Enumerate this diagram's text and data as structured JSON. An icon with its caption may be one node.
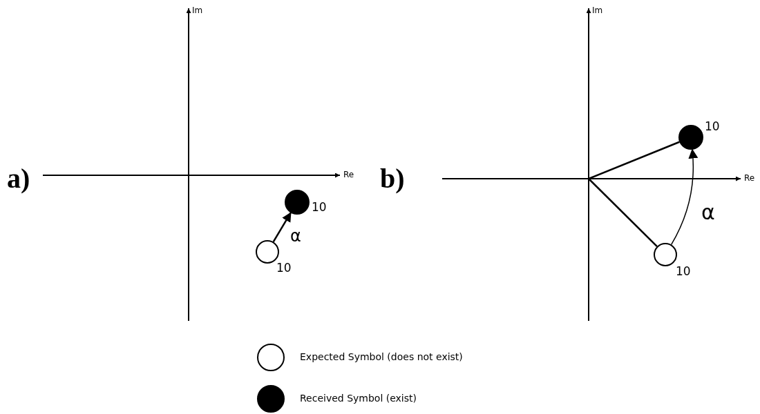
{
  "diagram": {
    "nodes": [
      {
        "text": [],
        "shape": "circle",
        "beside": [
          "10"
        ]
      },
      {
        "text": [],
        "shape": "circle",
        "beside": [
          "10"
        ]
      },
      {
        "text": [],
        "shape": "circle",
        "beside": [
          "10"
        ]
      },
      {
        "text": [],
        "shape": "circle",
        "beside": [
          "10"
        ]
      }
    ],
    "edges": [
      {
        "from": 0,
        "to": 1,
        "arrow": "to",
        "label": "α"
      },
      {
        "from": 2,
        "to": 3,
        "arrow": "to",
        "label": "α"
      },
      {
        "from": null,
        "to": 3,
        "arrow": "none"
      },
      {
        "from": null,
        "to": 2,
        "arrow": "none"
      }
    ],
    "labels": [
      "Im",
      "a)",
      "Re",
      "Im",
      "b)",
      "Re"
    ],
    "legend": [
      {
        "text": "Expected Symbol (does not exist)"
      },
      {
        "text": "Received Symbol (exist)"
      }
    ]
  }
}
